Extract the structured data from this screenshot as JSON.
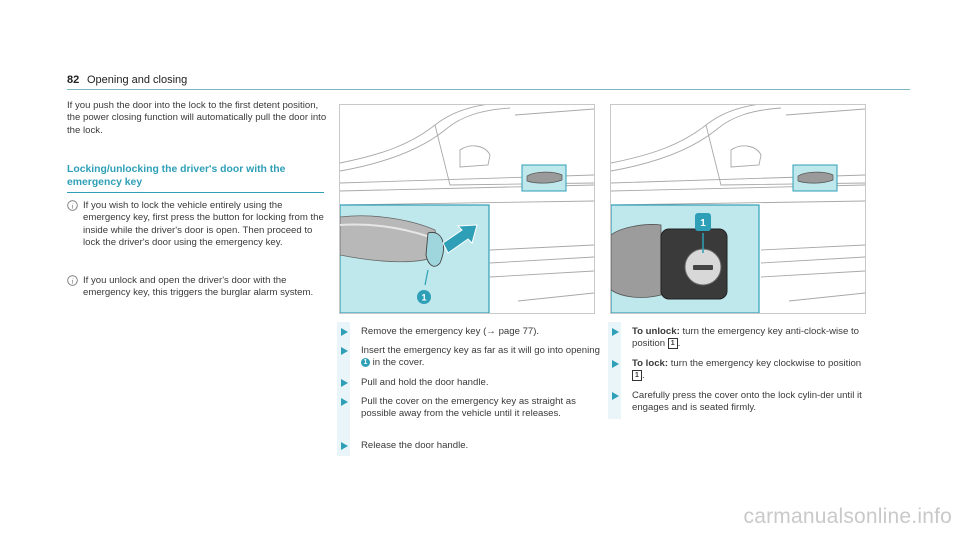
{
  "header": {
    "page_number": "82",
    "title": "Opening and closing"
  },
  "intro": "If you push the door into the lock to the first detent position, the power closing function will automatically pull the door into the lock.",
  "section_heading": "Locking/unlocking the driver's door with the emergency key",
  "notes": [
    "If you wish to lock the vehicle entirely using the emergency key, first press the button for locking from the inside while the driver's door is open. Then proceed to lock the driver's door using the emergency key.",
    "If you unlock and open the driver's door with the emergency key, this triggers the burglar alarm system."
  ],
  "figure1": {
    "callout": "1"
  },
  "figure2": {
    "callout": "1"
  },
  "steps_middle": {
    "s1": "Remove the emergency key (→ page 77).",
    "s2a": "Insert the emergency key as far as it will go into opening",
    "s2_badge": "1",
    "s2b": "in the cover.",
    "s3": "Pull and hold the door handle.",
    "s4": "Pull the cover on the emergency key as straight as possible away from the vehicle until it releases.",
    "s5": "Release the door handle."
  },
  "steps_right": {
    "s1_label": "To unlock:",
    "s1a": "turn the emergency key anti-clock-wise to position",
    "s1_box": "1",
    "s2_label": "To lock:",
    "s2a": "turn the emergency key clockwise to position",
    "s2_box": "1",
    "s3": "Carefully press the cover onto the lock cylin-der until it engages and is seated firmly."
  },
  "watermark": "carmanualsonline.info",
  "colors": {
    "accent": "#2e9fb6",
    "highlight": "#bfe8ec",
    "step_bar": "#e9f5f8"
  }
}
